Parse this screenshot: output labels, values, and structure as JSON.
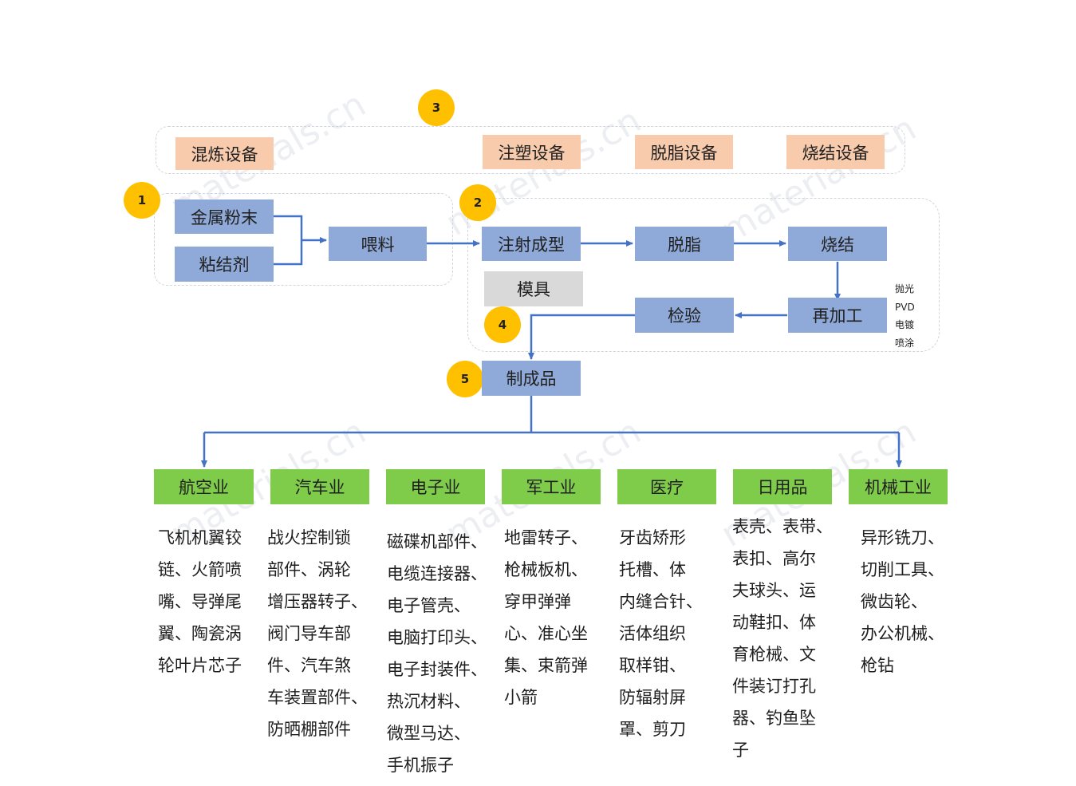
{
  "equipment": {
    "badge": "3",
    "items": [
      "混炼设备",
      "注塑设备",
      "脱脂设备",
      "烧结设备"
    ]
  },
  "feed_group": {
    "badge": "1",
    "metal_powder": "金属粉末",
    "binder": "粘结剂",
    "feedstock": "喂料"
  },
  "process": {
    "badge": "2",
    "injection": "注射成型",
    "debinding": "脱脂",
    "sintering": "烧结",
    "mold": "模具",
    "inspection": "检验",
    "reprocess": "再加工",
    "finishing": [
      "抛光",
      "PVD",
      "电镀",
      "喷涂"
    ]
  },
  "inspection_badge": "4",
  "product": {
    "badge": "5",
    "label": "制成品"
  },
  "industries": [
    {
      "name": "航空业",
      "desc": "飞机机翼铰\n链、火箭喷\n嘴、导弹尾\n翼、陶瓷涡\n轮叶片芯子"
    },
    {
      "name": "汽车业",
      "desc": "战火控制锁\n部件、涡轮\n增压器转子、\n阀门导车部\n件、汽车煞\n车装置部件、\n防晒棚部件"
    },
    {
      "name": "电子业",
      "desc": "磁碟机部件、\n电缆连接器、\n电子管壳、\n电脑打印头、\n电子封装件、\n热沉材料、\n微型马达、\n手机振子"
    },
    {
      "name": "军工业",
      "desc": "地雷转子、\n枪械板机、\n穿甲弹弹\n心、准心坐\n集、束箭弹\n小箭"
    },
    {
      "name": "医疗",
      "desc": "牙齿矫形\n托槽、体\n内缝合针、\n活体组织\n取样钳、\n防辐射屏\n罩、剪刀"
    },
    {
      "name": "日用品",
      "desc": "表壳、表带、\n表扣、高尔\n夫球头、运\n动鞋扣、体\n育枪械、文\n件装订打孔\n器、钓鱼坠\n子"
    },
    {
      "name": "机械工业",
      "desc": "异形铣刀、\n切削工具、\n微齿轮、\n办公机械、\n枪钻"
    }
  ],
  "watermark": "materials.cn",
  "colors": {
    "equipment": "#f8cbad",
    "process_step": "#8faad8",
    "mold": "#d9d9d9",
    "industry": "#7fcc4a",
    "badge": "#ffc000",
    "arrow": "#4472c4"
  }
}
